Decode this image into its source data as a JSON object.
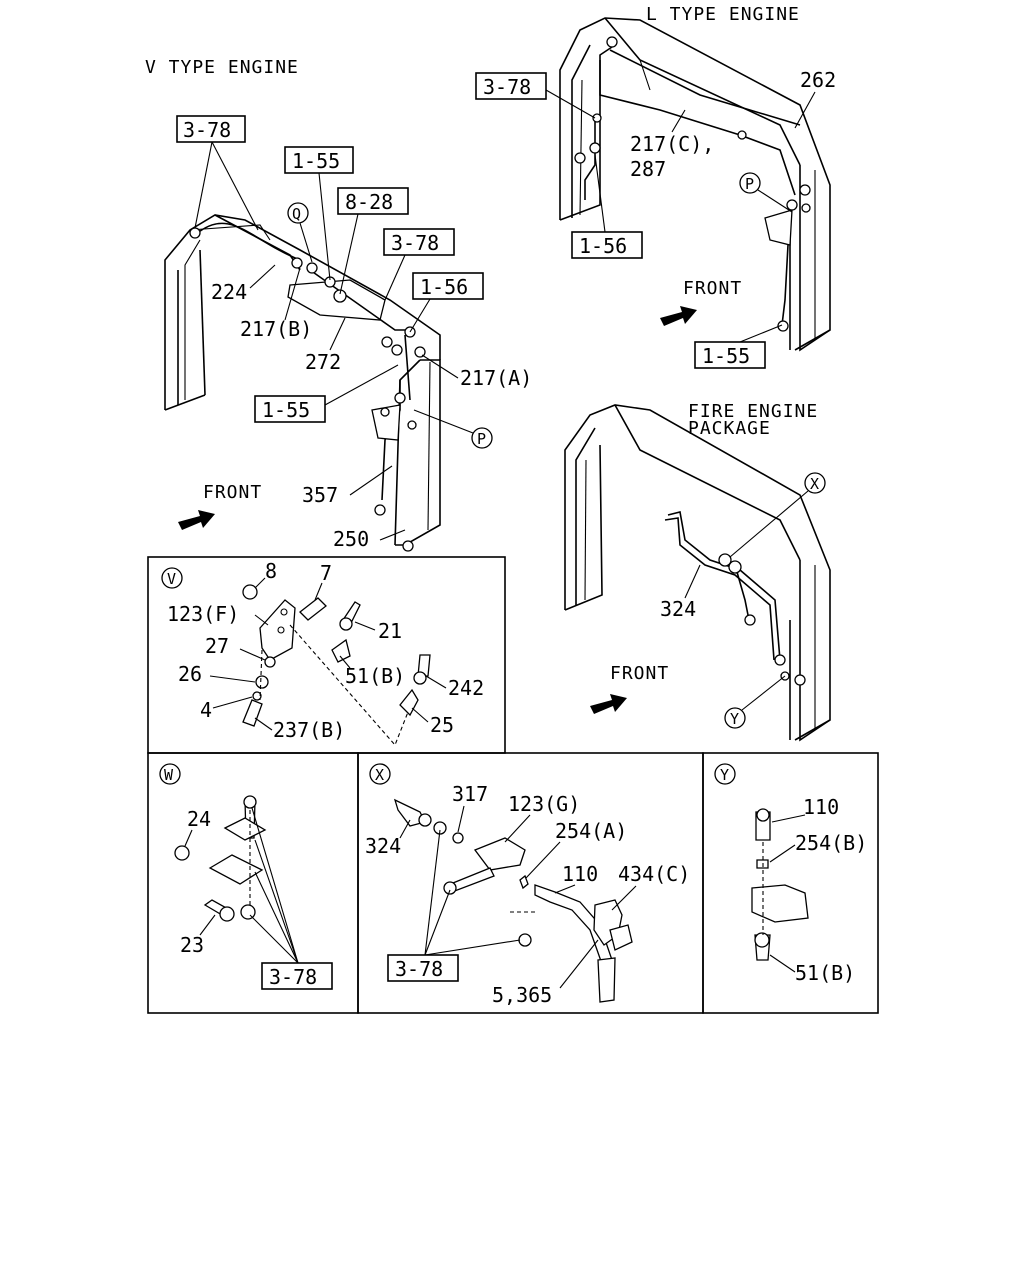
{
  "sections": {
    "v_type": {
      "title": "V TYPE ENGINE",
      "front": "FRONT",
      "refs": [
        "3-78",
        "1-55",
        "8-28",
        "3-78",
        "1-56",
        "1-55"
      ],
      "parts": [
        "224",
        "217(B)",
        "272",
        "217(A)",
        "357",
        "250"
      ],
      "markers": [
        "Q",
        "P"
      ]
    },
    "l_type": {
      "title": "L TYPE ENGINE",
      "front": "FRONT",
      "refs": [
        "3-78",
        "1-56",
        "1-55"
      ],
      "parts": [
        "262",
        "217(C),",
        "287"
      ],
      "markers": [
        "P"
      ]
    },
    "fire": {
      "title_line1": "FIRE ENGINE",
      "title_line2": "PACKAGE",
      "front": "FRONT",
      "parts": [
        "324"
      ],
      "markers": [
        "X",
        "Y"
      ]
    },
    "detail_v": {
      "marker": "V",
      "parts": [
        "8",
        "7",
        "123(F)",
        "21",
        "27",
        "26",
        "51(B)",
        "242",
        "4",
        "237(B)",
        "25"
      ]
    },
    "detail_w": {
      "marker": "W",
      "parts": [
        "24",
        "23"
      ],
      "refs": [
        "3-78"
      ]
    },
    "detail_x": {
      "marker": "X",
      "parts": [
        "317",
        "123(G)",
        "324",
        "254(A)",
        "110",
        "434(C)",
        "5,365"
      ],
      "refs": [
        "3-78"
      ]
    },
    "detail_y": {
      "marker": "Y",
      "parts": [
        "110",
        "254(B)",
        "51(B)"
      ]
    }
  },
  "icons": [
    "front-arrow-icon",
    "circle-marker"
  ],
  "colors": {
    "ink": "#000000",
    "paper": "#ffffff"
  }
}
